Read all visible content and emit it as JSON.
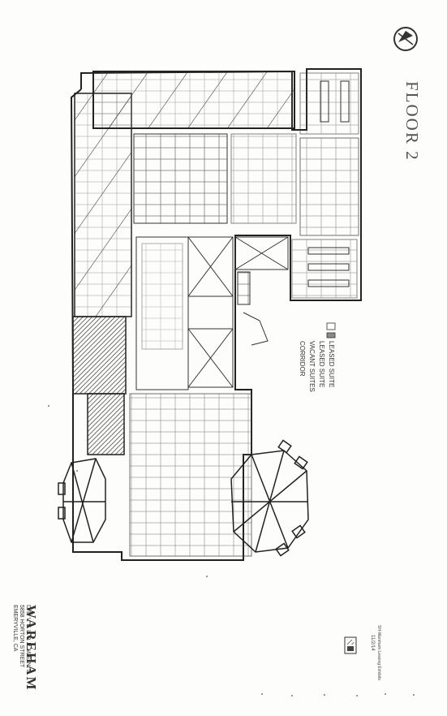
{
  "floor_label": "FLOOR 2",
  "brand": {
    "name": "WAREHAM",
    "sub": "DEVELOPMENT",
    "address1": "5858 HORTON STREET",
    "address2": "EMERYVILLE, CA"
  },
  "legend": {
    "items": [
      "CORRIDOR",
      "VACANT SUITES",
      "LEASED SUITE",
      "LEASED SUITE"
    ],
    "swatch_colors": [
      "#ffffff",
      "#ffffff",
      "#8a8a8a",
      "#555555"
    ]
  },
  "plot_note": "SH-Wareham Leasing Exhibits",
  "plot_date": "11/2/14",
  "colors": {
    "ink": "#222222",
    "paper": "#fdfdfc",
    "hatch": "#3a3a3a"
  },
  "icons": {
    "north_arrow": "north-arrow-icon",
    "logo": "stamp-logo-icon"
  }
}
